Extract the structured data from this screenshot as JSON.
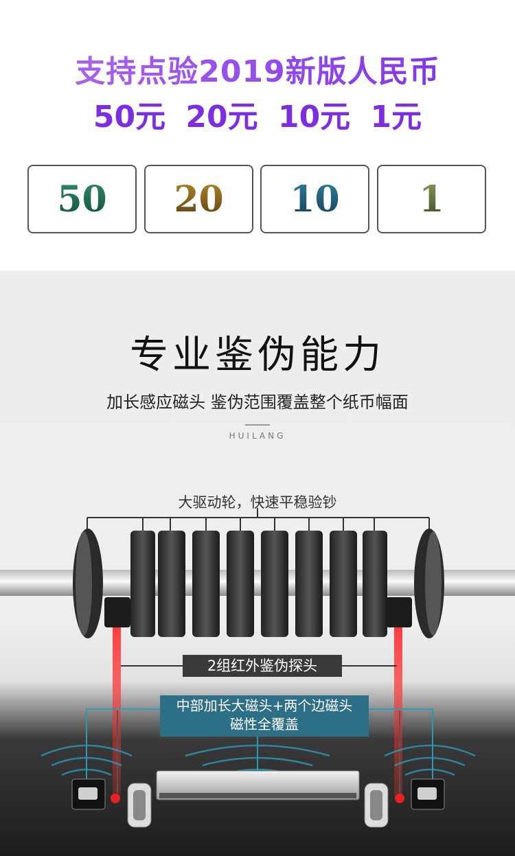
{
  "header": {
    "line1": "支持点验2019新版人民币",
    "line2": "50元  20元  10元  1元"
  },
  "notes": [
    {
      "label": "50",
      "color": "#1f6b55"
    },
    {
      "label": "20",
      "color": "#8a6a20"
    },
    {
      "label": "10",
      "color": "#1f5a78"
    },
    {
      "label": "1",
      "color": "#6a7a45"
    }
  ],
  "feature": {
    "title": "专业鉴伪能力",
    "subtitle": "加长感应磁头 鉴伪范围覆盖整个纸币幅面",
    "brand": "HUILANG"
  },
  "diagram": {
    "roller_label": "大驱动轮，快速平稳验钞",
    "ir_label": "2组红外鉴伪探头",
    "magnet_line1": "中部加长大磁头+两个边磁头",
    "magnet_line2": "磁性全覆盖",
    "accent_cyan": "#2d9ab5",
    "laser_red": "#e01a1a"
  }
}
